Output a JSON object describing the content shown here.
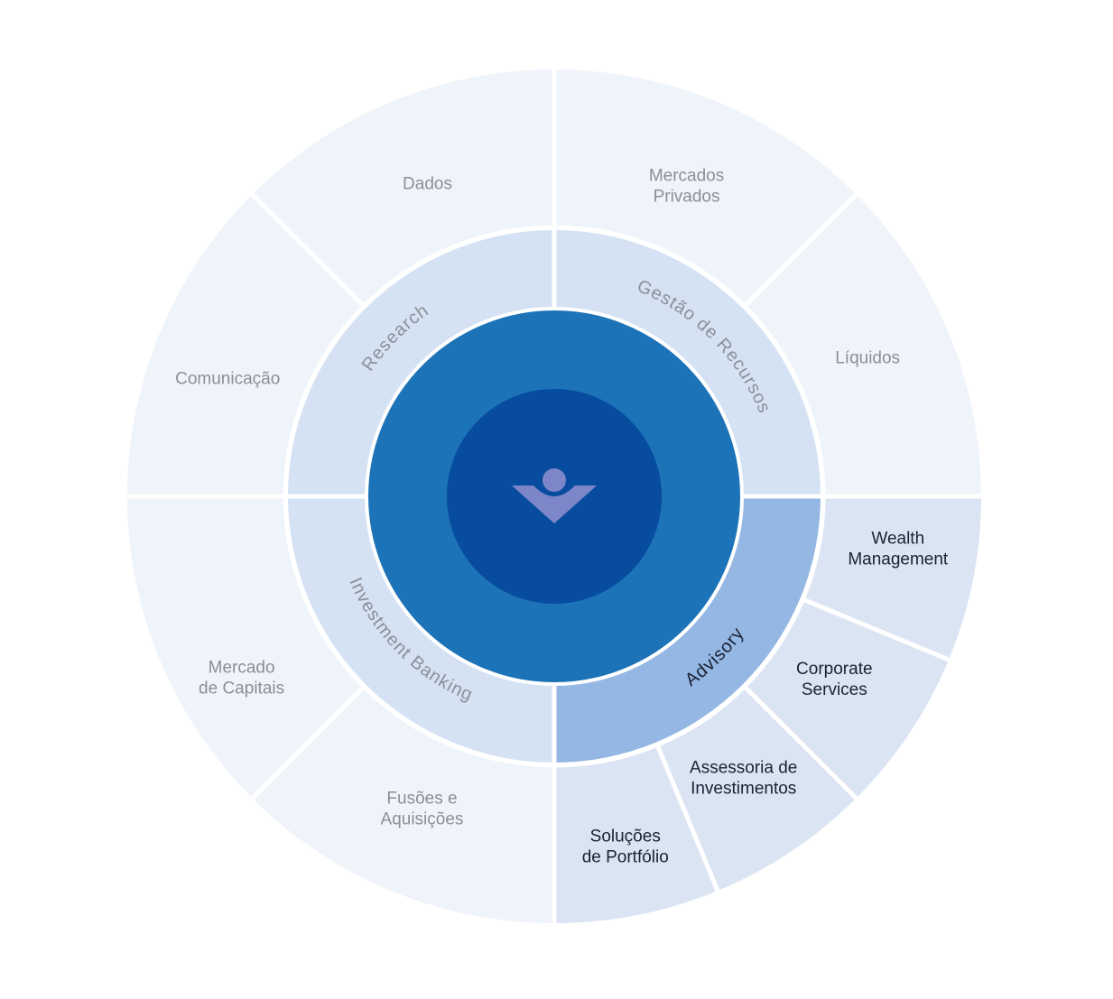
{
  "colors": {
    "outer_fill": "#eff3fa",
    "outer_fill_advisory": "#dbe4f3",
    "mid_fill": "#d5e2f4",
    "mid_fill_advisory": "#94b7e3",
    "core_outer": "#1c73b8",
    "core_inner": "#074c9e",
    "logo": "#7d86c8",
    "separator": "#ffffff",
    "text_muted": "#8c8f96",
    "text_dark": "#1a2233"
  },
  "logo": {
    "icon": "person-chevron-icon"
  },
  "categories": [
    {
      "key": "gestao",
      "label": "Gestão de Recursos",
      "highlight": false
    },
    {
      "key": "advisory",
      "label": "Advisory",
      "highlight": true
    },
    {
      "key": "ib",
      "label": "Investment Banking",
      "highlight": false
    },
    {
      "key": "research",
      "label": "Research",
      "highlight": false
    }
  ],
  "subcategories": [
    {
      "key": "mercados-privados",
      "parent": "gestao",
      "lines": [
        "Mercados",
        "Privados"
      ],
      "highlight": false
    },
    {
      "key": "liquidos",
      "parent": "gestao",
      "lines": [
        "Líquidos"
      ],
      "highlight": false
    },
    {
      "key": "wealth-management",
      "parent": "advisory",
      "lines": [
        "Wealth",
        "Management"
      ],
      "highlight": true
    },
    {
      "key": "corporate-services",
      "parent": "advisory",
      "lines": [
        "Corporate",
        "Services"
      ],
      "highlight": true
    },
    {
      "key": "assessoria",
      "parent": "advisory",
      "lines": [
        "Assessoria de",
        "Investimentos"
      ],
      "highlight": true
    },
    {
      "key": "solucoes",
      "parent": "advisory",
      "lines": [
        "Soluções",
        "de Portfólio"
      ],
      "highlight": true
    },
    {
      "key": "mercado-capitais",
      "parent": "ib",
      "lines": [
        "Mercado",
        "de Capitais"
      ],
      "highlight": false
    },
    {
      "key": "fusoes",
      "parent": "ib",
      "lines": [
        "Fusões e",
        "Aquisições"
      ],
      "highlight": false
    },
    {
      "key": "comunicacao",
      "parent": "research",
      "lines": [
        "Comunicação"
      ],
      "highlight": false
    },
    {
      "key": "dados",
      "parent": "research",
      "lines": [
        "Dados"
      ],
      "highlight": false
    }
  ]
}
